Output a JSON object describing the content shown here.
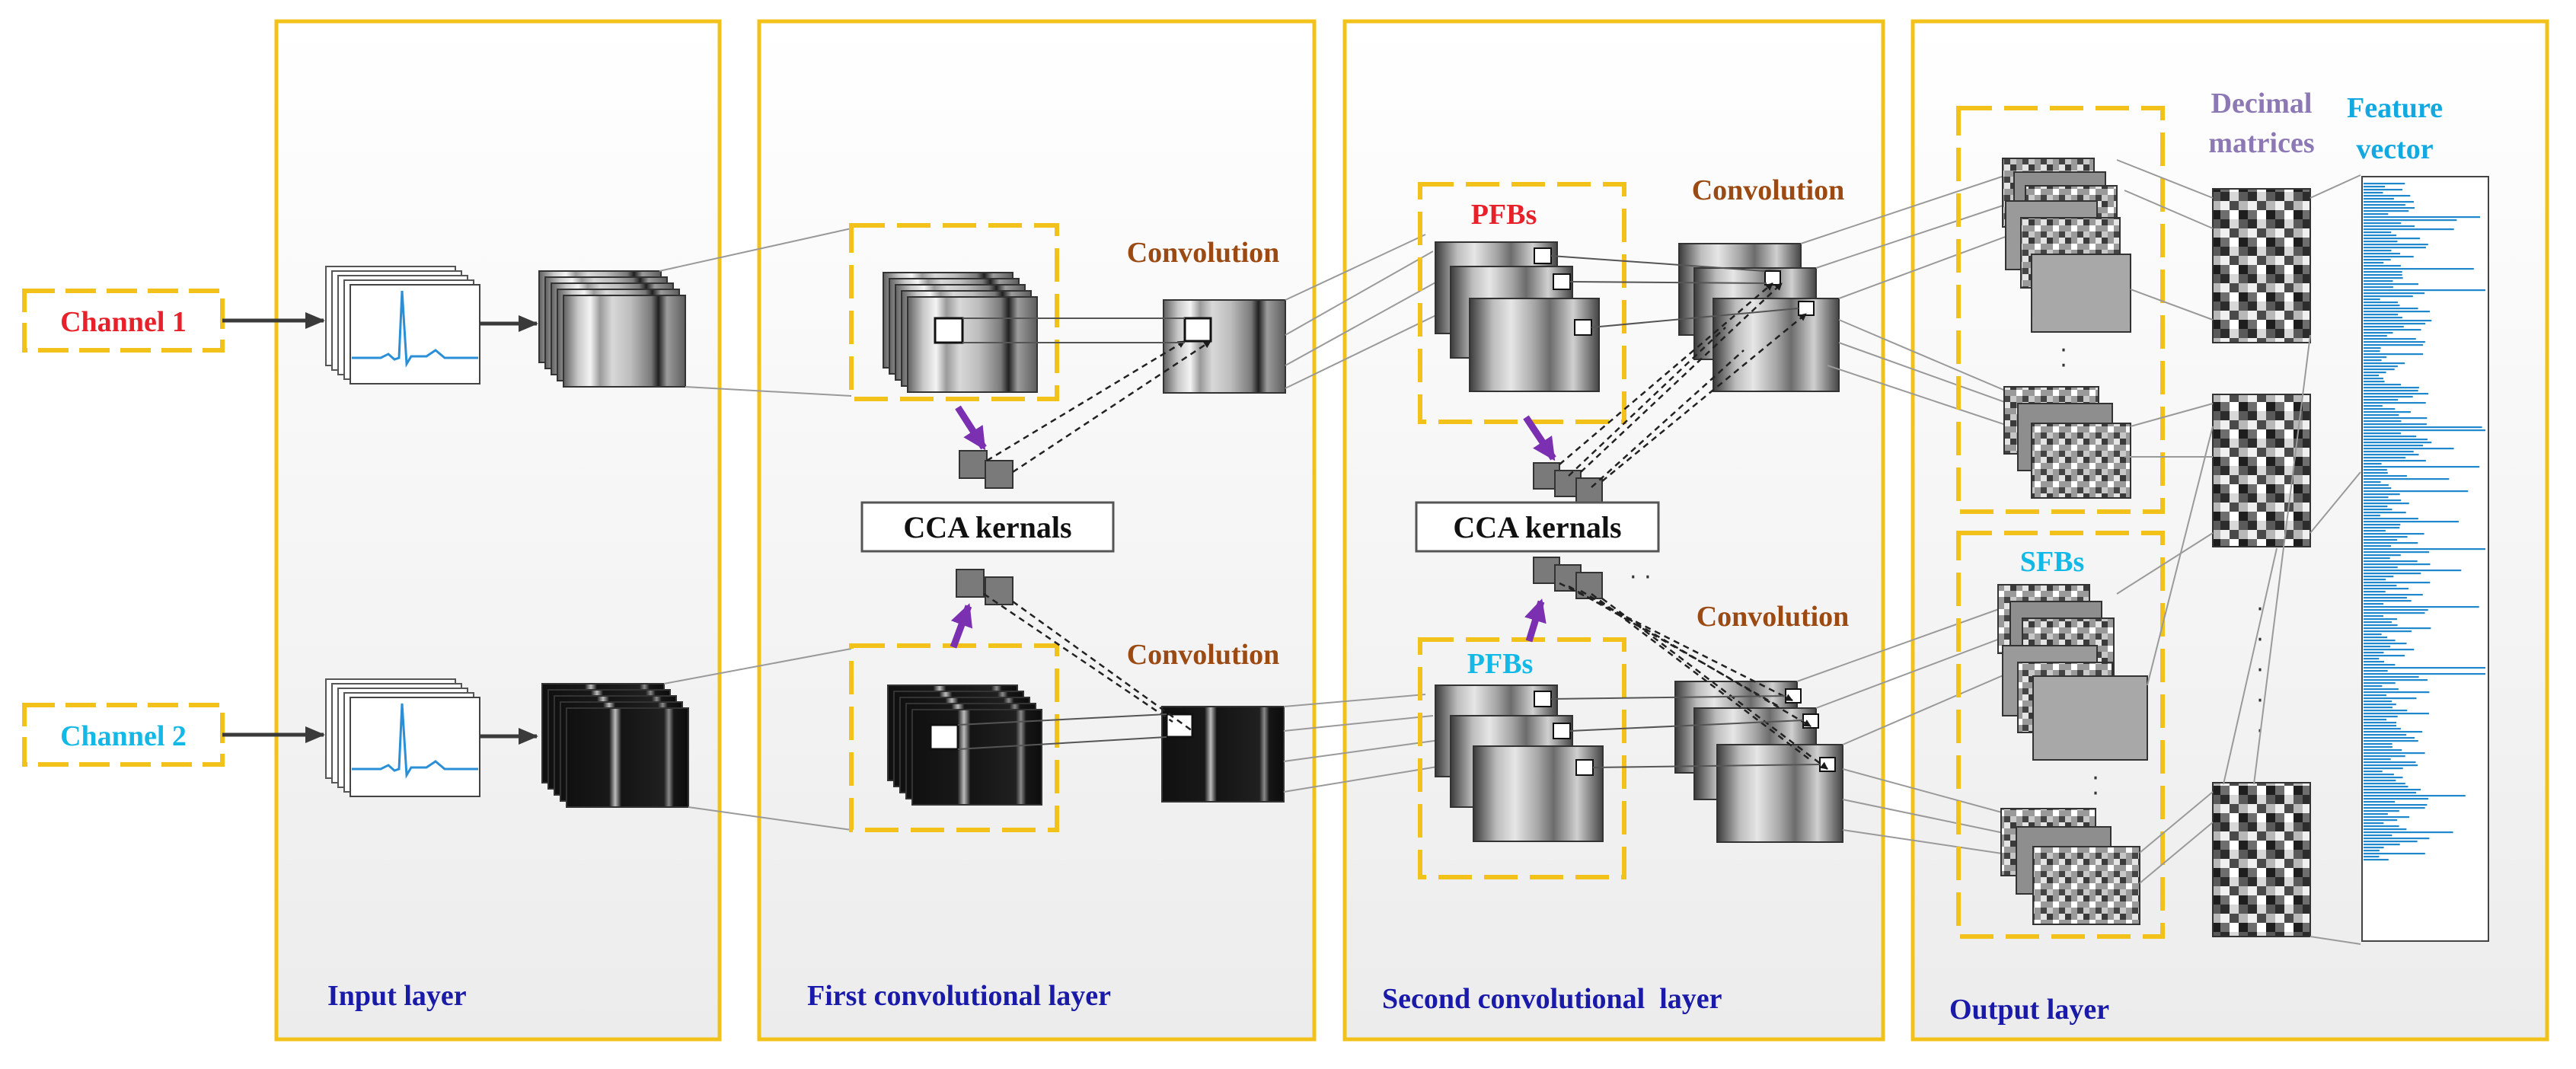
{
  "channels": {
    "channel1": "Channel 1",
    "channel2": "Channel 2"
  },
  "panels": {
    "input": "Input layer",
    "first_conv": "First convolutional layer",
    "second_conv": "Second convolutional  layer",
    "output": "Output layer"
  },
  "labels": {
    "convolution": "Convolution",
    "cca_kernals": "CCA kernals",
    "pfbs": "PFBs",
    "sfbs": "SFBs",
    "decimal_line1": "Decimal",
    "decimal_line2": "matrices",
    "feature_line1": "Feature",
    "feature_line2": "vector"
  },
  "colors": {
    "panel_border": "#f2c21b",
    "channel1": "#e8202a",
    "channel2": "#12b8e6",
    "convolution": "#9a4a12",
    "layer_label": "#1a1aa8",
    "decimal": "#8c78b4",
    "feature": "#12a8e0",
    "arrow_purple": "#7a30b0",
    "feature_bars": "#1f87cc"
  }
}
